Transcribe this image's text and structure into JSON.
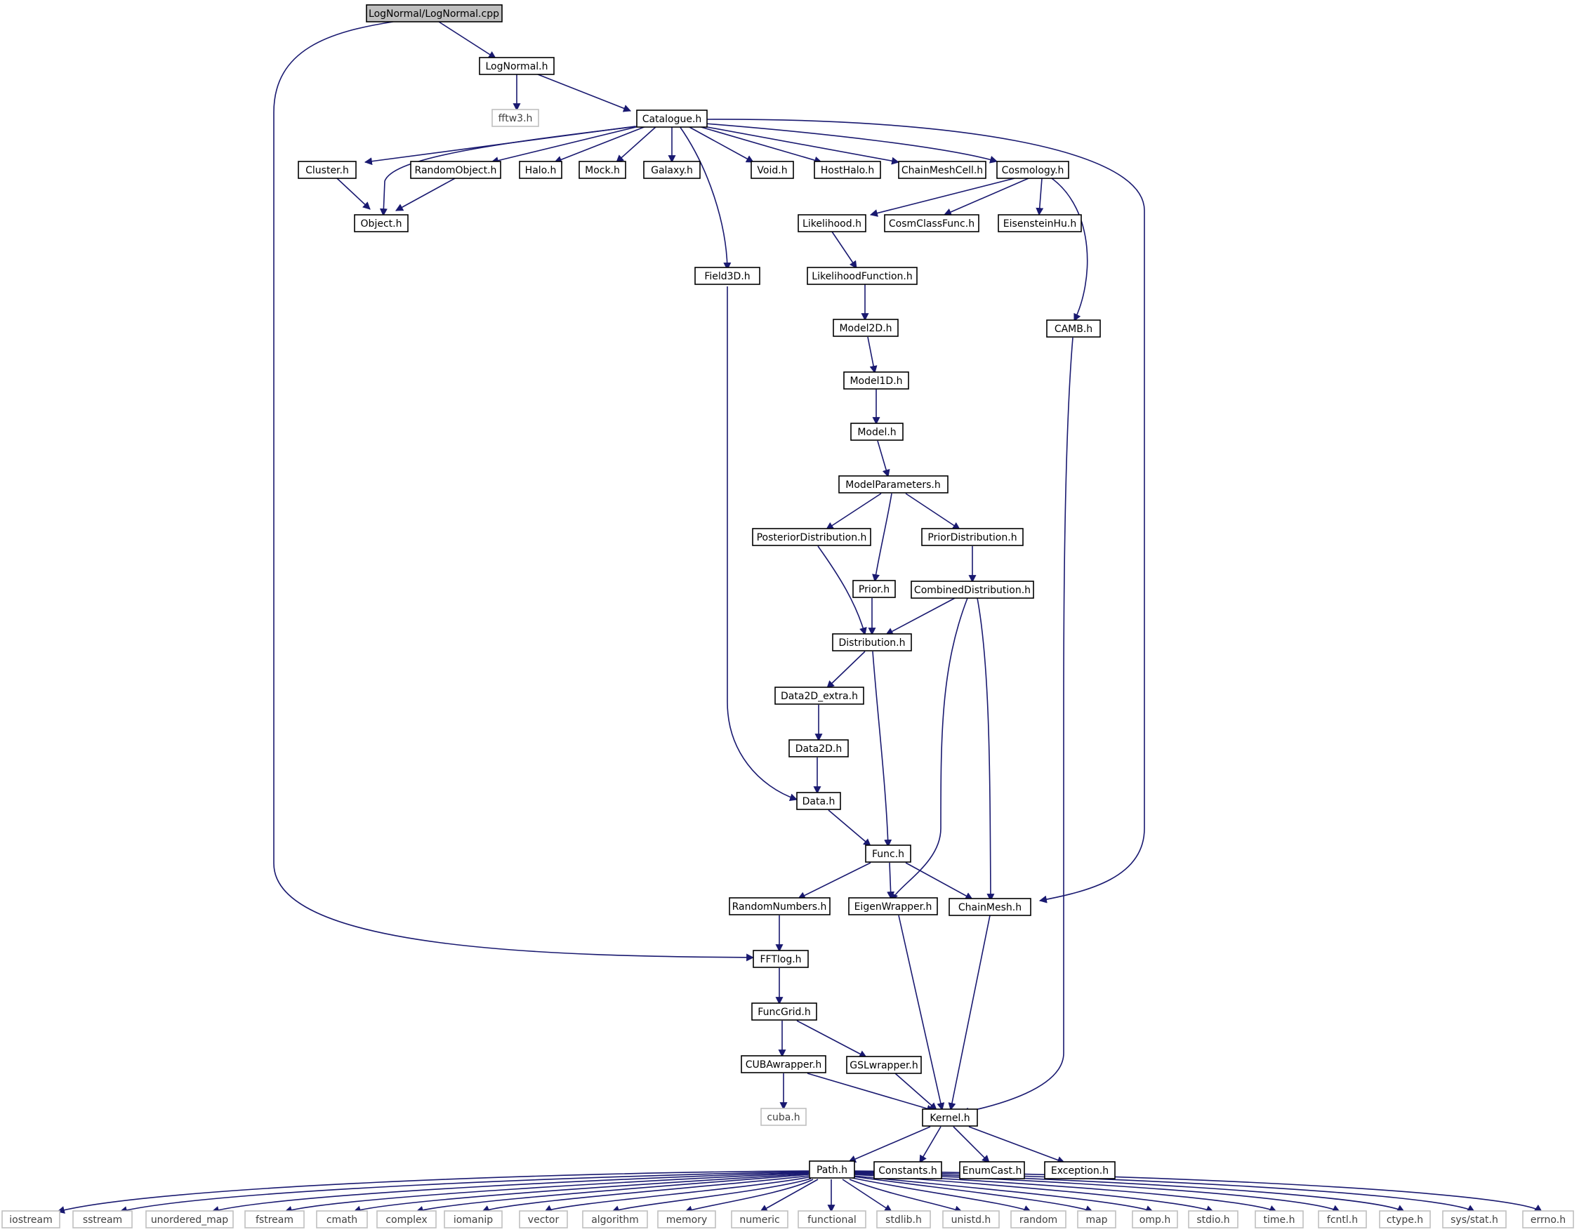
{
  "colors": {
    "edge": "#191970",
    "node_border": "#000000",
    "system_border": "#bfbfbf",
    "root_fill": "#bfbfbf",
    "system_text": "#3f3f3f"
  },
  "nodes": {
    "lognormal_cpp": "LogNormal/LogNormal.cpp",
    "lognormal_h": "LogNormal.h",
    "fftw3_h": "fftw3.h",
    "catalogue_h": "Catalogue.h",
    "cluster_h": "Cluster.h",
    "randomobject_h": "RandomObject.h",
    "halo_h": "Halo.h",
    "mock_h": "Mock.h",
    "galaxy_h": "Galaxy.h",
    "void_h": "Void.h",
    "hosthalo_h": "HostHalo.h",
    "chainmeshcell_h": "ChainMeshCell.h",
    "cosmology_h": "Cosmology.h",
    "object_h": "Object.h",
    "likelihood_h": "Likelihood.h",
    "cosmclassfunc_h": "CosmClassFunc.h",
    "eisensteinhu_h": "EisensteinHu.h",
    "field3d_h": "Field3D.h",
    "likelihoodfunction_h": "LikelihoodFunction.h",
    "model2d_h": "Model2D.h",
    "camb_h": "CAMB.h",
    "model1d_h": "Model1D.h",
    "model_h": "Model.h",
    "modelparameters_h": "ModelParameters.h",
    "posteriordistribution_h": "PosteriorDistribution.h",
    "priordistribution_h": "PriorDistribution.h",
    "prior_h": "Prior.h",
    "combineddistribution_h": "CombinedDistribution.h",
    "distribution_h": "Distribution.h",
    "data2d_extra_h": "Data2D_extra.h",
    "data2d_h": "Data2D.h",
    "data_h": "Data.h",
    "func_h": "Func.h",
    "randomnumbers_h": "RandomNumbers.h",
    "eigenwrapper_h": "EigenWrapper.h",
    "chainmesh_h": "ChainMesh.h",
    "fftlog_h": "FFTlog.h",
    "funcgrid_h": "FuncGrid.h",
    "cubawrapper_h": "CUBAwrapper.h",
    "gslwrapper_h": "GSLwrapper.h",
    "cuba_h": "cuba.h",
    "kernel_h": "Kernel.h",
    "path_h": "Path.h",
    "constants_h": "Constants.h",
    "enumcast_h": "EnumCast.h",
    "exception_h": "Exception.h",
    "iostream": "iostream",
    "sstream": "sstream",
    "unordered_map": "unordered_map",
    "fstream": "fstream",
    "cmath": "cmath",
    "complex": "complex",
    "iomanip": "iomanip",
    "vector": "vector",
    "algorithm": "algorithm",
    "memory": "memory",
    "numeric": "numeric",
    "functional": "functional",
    "stdlib_h": "stdlib.h",
    "unistd_h": "unistd.h",
    "random": "random",
    "map": "map",
    "omp_h": "omp.h",
    "stdio_h": "stdio.h",
    "time_h": "time.h",
    "fcntl_h": "fcntl.h",
    "ctype_h": "ctype.h",
    "sys_stat_h": "sys/stat.h",
    "errno_h": "errno.h"
  }
}
